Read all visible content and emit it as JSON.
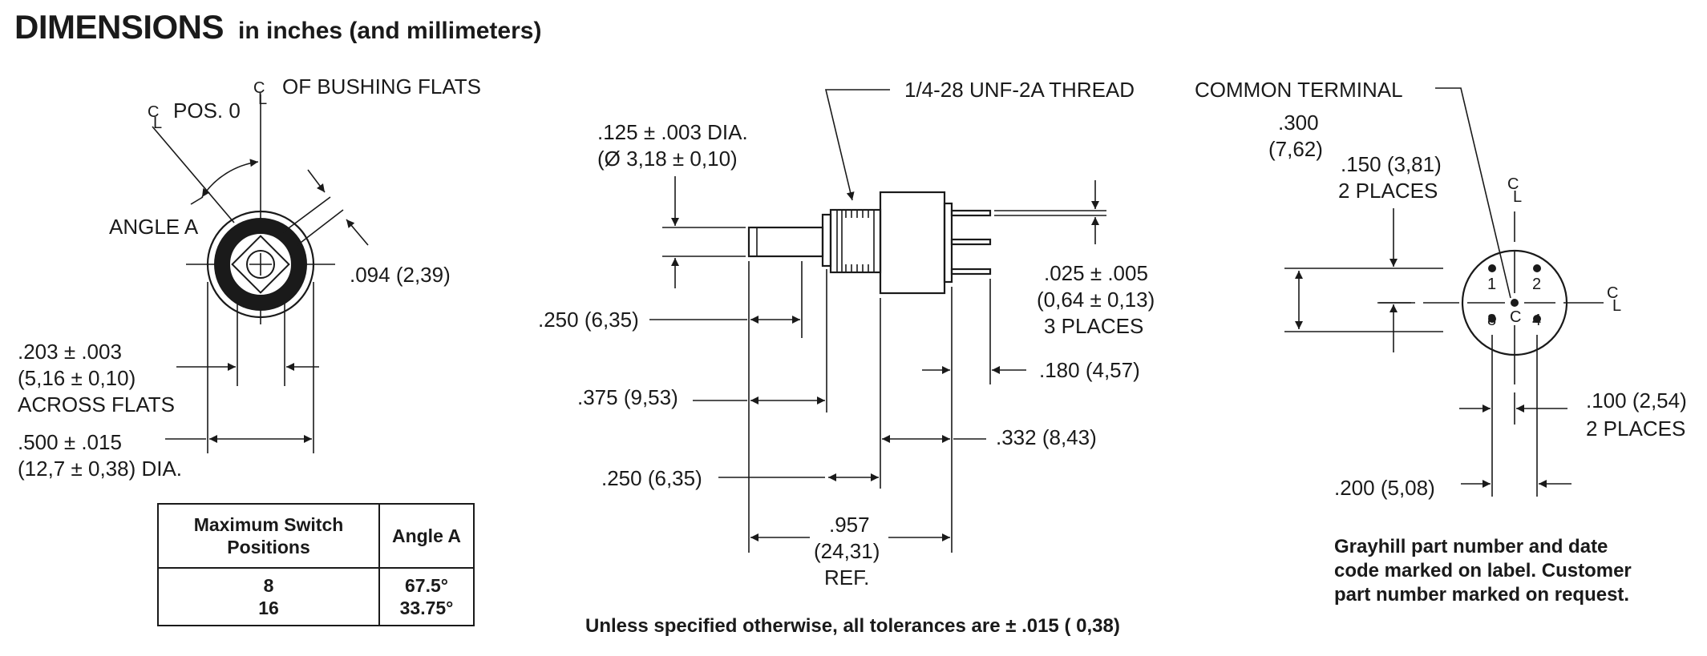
{
  "title": {
    "main": "DIMENSIONS",
    "sub": "in inches (and millimeters)"
  },
  "front_view": {
    "cl_bushing_flats": "OF BUSHING FLATS",
    "cl_pos0": "POS. 0",
    "angle_a": "ANGLE A",
    "flat_dim": ".094 (2,39)",
    "across_flats_1": ".203 ± .003",
    "across_flats_2": "(5,16 ± 0,10)",
    "across_flats_3": "ACROSS FLATS",
    "dia_1": ".500 ± .015",
    "dia_2": "(12,7 ± 0,38) DIA."
  },
  "side_view": {
    "thread": "1/4-28 UNF-2A THREAD",
    "shaft_dia_1": ".125 ± .003 DIA.",
    "shaft_dia_2": "(Ø 3,18 ± 0,10)",
    "pin_1": ".025 ± .005",
    "pin_2": "(0,64 ± 0,13)",
    "pin_3": "3 PLACES",
    "d_250a": ".250 (6,35)",
    "d_180": ".180 (4,57)",
    "d_375": ".375 (9,53)",
    "d_332": ".332 (8,43)",
    "d_250b": ".250 (6,35)",
    "ref_1": ".957",
    "ref_2": "(24,31)",
    "ref_3": "REF."
  },
  "terminal_view": {
    "common": "COMMON TERMINAL",
    "d300_1": ".300",
    "d300_2": "(7,62)",
    "d150_1": ".150 (3,81)",
    "d150_2": "2 PLACES",
    "pins": [
      "1",
      "2",
      "8",
      "4",
      "C"
    ],
    "d100_1": ".100 (2,54)",
    "d100_2": "2 PLACES",
    "d200": ".200 (5,08)"
  },
  "centerline_mark": "C L",
  "table": {
    "col1_header": "Maximum Switch Positions",
    "col2_header": "Angle A",
    "col1_values": "8\n16",
    "col2_values": "67.5°\n33.75°"
  },
  "notes": {
    "label_note": "Grayhill part number and date code marked on label. Customer part number marked on request.",
    "tolerance": "Unless specified otherwise, all tolerances are ± .015 ( 0,38)"
  }
}
